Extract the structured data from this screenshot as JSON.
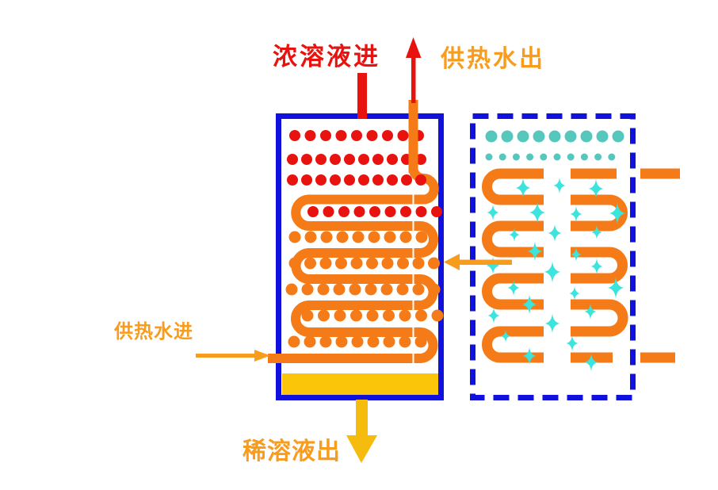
{
  "labels": {
    "concentrated_solution_in": "浓溶液进",
    "hot_water_out": "供热水出",
    "hot_water_in": "供热水进",
    "dilute_solution_out": "稀溶液出"
  },
  "icons": {
    "hot_water_out_arrow": "up-arrow-icon",
    "hot_water_in_arrow": "right-arrow-icon",
    "vapor_flow_arrow": "left-arrow-icon",
    "dilute_solution_out_arrow": "down-arrow-icon"
  },
  "colors": {
    "vessel_border_blue": "#1111DE",
    "solution_red": "#E8120E",
    "coil_orange": "#F47B17",
    "light_orange": "#F89C1E",
    "pool_gold": "#FBC509",
    "arrow_gold": "#F5BB0D",
    "refrigerant_teal": "#55C7BD",
    "vapor_cyan": "#3BE4DC",
    "background": "#FFFFFF"
  }
}
